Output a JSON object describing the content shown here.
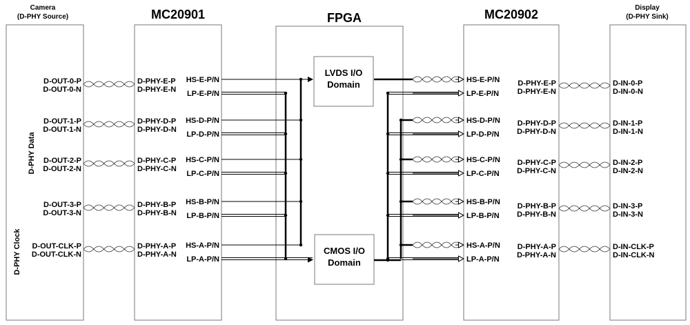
{
  "headers": {
    "camera_title": "Camera",
    "camera_sub": "(D-PHY Source)",
    "mc20901": "MC20901",
    "fpga": "FPGA",
    "mc20902": "MC20902",
    "display_title": "Display",
    "display_sub": "(D-PHY Sink)"
  },
  "side_labels": {
    "data": "D-PHY Data",
    "clock": "D-PHY Clock"
  },
  "domains": {
    "lvds_line1": "LVDS I/O",
    "lvds_line2": "Domain",
    "cmos_line1": "CMOS I/O",
    "cmos_line2": "Domain"
  },
  "camera_pins": [
    [
      "D-OUT-0-P",
      "D-OUT-0-N"
    ],
    [
      "D-OUT-1-P",
      "D-OUT-1-N"
    ],
    [
      "D-OUT-2-P",
      "D-OUT-2-N"
    ],
    [
      "D-OUT-3-P",
      "D-OUT-3-N"
    ],
    [
      "D-OUT-CLK-P",
      "D-OUT-CLK-N"
    ]
  ],
  "mc1_in": [
    [
      "D-PHY-E-P",
      "D-PHY-E-N"
    ],
    [
      "D-PHY-D-P",
      "D-PHY-D-N"
    ],
    [
      "D-PHY-C-P",
      "D-PHY-C-N"
    ],
    [
      "D-PHY-B-P",
      "D-PHY-B-N"
    ],
    [
      "D-PHY-A-P",
      "D-PHY-A-N"
    ]
  ],
  "mc1_out": [
    [
      "HS-E-P/N",
      "LP-E-P/N"
    ],
    [
      "HS-D-P/N",
      "LP-D-P/N"
    ],
    [
      "HS-C-P/N",
      "LP-C-P/N"
    ],
    [
      "HS-B-P/N",
      "LP-B-P/N"
    ],
    [
      "HS-A-P/N",
      "LP-A-P/N"
    ]
  ],
  "mc2_in": [
    [
      "HS-E-P/N",
      "LP-E-P/N"
    ],
    [
      "HS-D-P/N",
      "LP-D-P/N"
    ],
    [
      "HS-C-P/N",
      "LP-C-P/N"
    ],
    [
      "HS-B-P/N",
      "LP-B-P/N"
    ],
    [
      "HS-A-P/N",
      "LP-A-P/N"
    ]
  ],
  "mc2_out": [
    [
      "D-PHY-E-P",
      "D-PHY-E-N"
    ],
    [
      "D-PHY-D-P",
      "D-PHY-D-N"
    ],
    [
      "D-PHY-C-P",
      "D-PHY-C-N"
    ],
    [
      "D-PHY-B-P",
      "D-PHY-B-N"
    ],
    [
      "D-PHY-A-P",
      "D-PHY-A-N"
    ]
  ],
  "display_pins": [
    [
      "D-IN-0-P",
      "D-IN-0-N"
    ],
    [
      "D-IN-1-P",
      "D-IN-1-N"
    ],
    [
      "D-IN-2-P",
      "D-IN-2-N"
    ],
    [
      "D-IN-3-P",
      "D-IN-3-N"
    ],
    [
      "D-IN-CLK-P",
      "D-IN-CLK-N"
    ]
  ]
}
